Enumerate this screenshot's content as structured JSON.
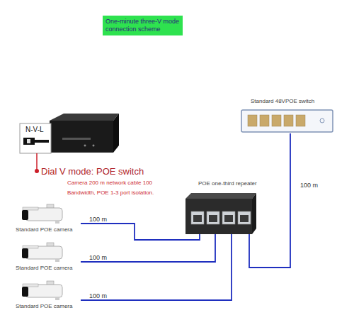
{
  "diagram": {
    "title": "One-minute three-V mode connection scheme",
    "nodes": [
      {
        "text": [
          "Standard 48VPOE switch"
        ]
      },
      {
        "text": [
          "POE one-third repeater"
        ]
      },
      {
        "text": [
          "Standard POE camera"
        ]
      },
      {
        "text": [
          "Standard POE camera"
        ]
      },
      {
        "text": [
          "Standard POE camera"
        ]
      }
    ],
    "edges": [
      {
        "from": 0,
        "to": 1,
        "arrow": "none",
        "label": "100 m"
      },
      {
        "from": 2,
        "to": 1,
        "arrow": "none",
        "label": "100 m"
      },
      {
        "from": 3,
        "to": 1,
        "arrow": "none",
        "label": "100 m"
      },
      {
        "from": 4,
        "to": 1,
        "arrow": "none",
        "label": "100 m"
      }
    ],
    "labels": [
      "N-V-L",
      "Dial V mode: POE switch",
      "Camera 200 m network cable 100",
      "Bandwidth, POE 1-3 port isolation."
    ]
  }
}
